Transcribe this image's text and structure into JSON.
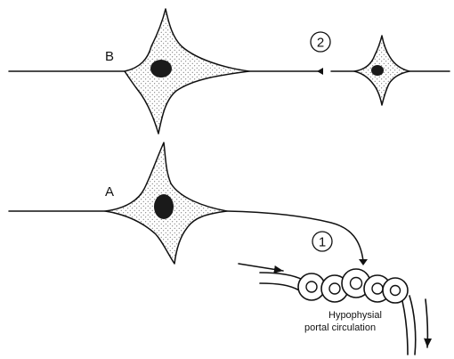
{
  "labels": {
    "neuron_b": "B",
    "neuron_a": "A",
    "marker_2": "2",
    "marker_1": "1",
    "caption_line1": "Hypophysial",
    "caption_line2": "portal circulation"
  }
}
